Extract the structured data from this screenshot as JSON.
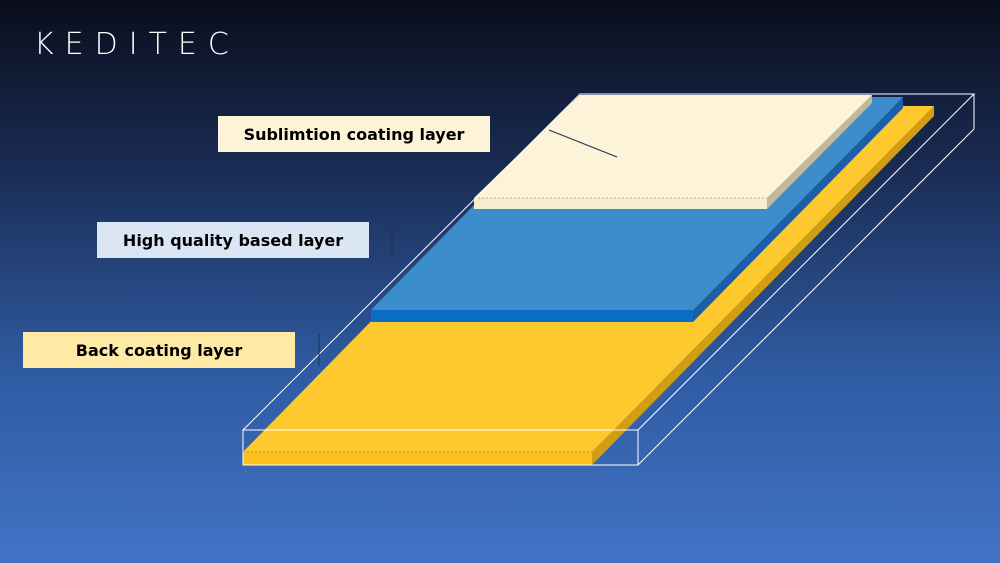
{
  "brand": {
    "logo_text": "KEDITEC"
  },
  "labels": {
    "top": "Sublimtion coating layer",
    "middle": "High quality based layer",
    "bottom": "Back coating layer"
  },
  "colors": {
    "background_top": "#0a0e1c",
    "background_bottom": "#4273c6",
    "sublimation_layer": "#fdf3d8",
    "base_layer": "#3d8ccc",
    "back_layer": "#fec92e",
    "label_top_bg": "#fdf3d8",
    "label_mid_bg": "#dbe6f5",
    "label_bot_bg": "#feeaa4",
    "outline": "#ffffff"
  }
}
